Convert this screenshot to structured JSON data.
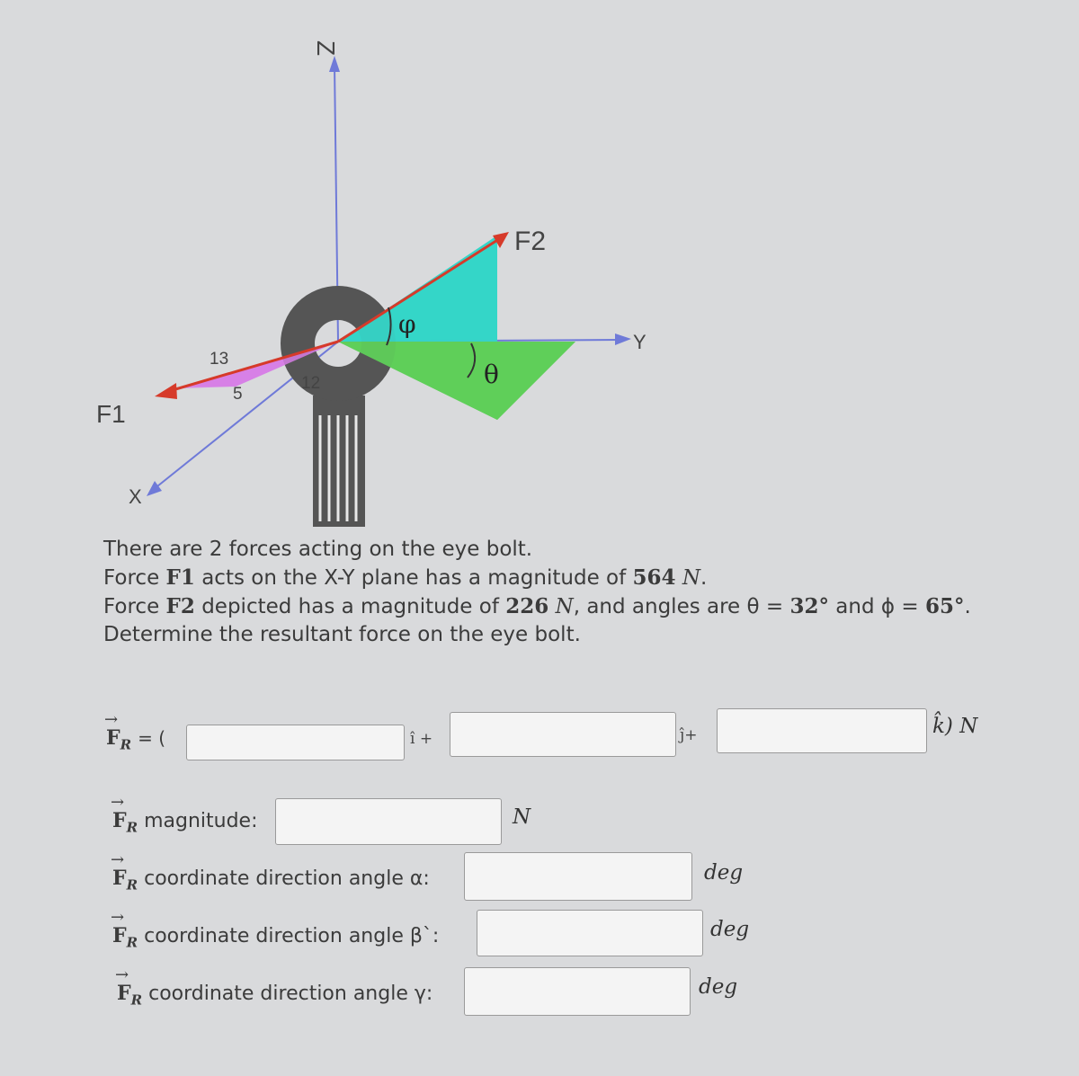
{
  "diagram": {
    "label_z": "Z",
    "label_y": "Y",
    "label_x": "X",
    "label_f1": "F1",
    "label_f2": "F2",
    "label_13": "13",
    "label_5": "5",
    "label_12": "12",
    "label_phi": "φ",
    "label_theta": "θ"
  },
  "problem": {
    "line1": "There are 2 forces acting on the eye bolt.",
    "line2_a": "Force ",
    "line2_f": "F1",
    "line2_b": " acts on the X-Y plane has a magnitude of ",
    "line2_val": "564",
    "line2_unit": "N",
    "line2_end": ".",
    "line3_a": "Force ",
    "line3_f": "F2",
    "line3_b": " depicted has a magnitude of ",
    "line3_val": "226",
    "line3_unit": "N",
    "line3_c": ", and angles are θ = ",
    "line3_theta": "32°",
    "line3_d": " and ϕ = ",
    "line3_phi": "65°",
    "line3_end": ".",
    "line4": "Determine the resultant force on the eye bolt."
  },
  "answer": {
    "fr_symbol": "F",
    "fr_sub": "R",
    "arrow": "→",
    "eq_open": "= (",
    "i_hat": "î +",
    "j_hat": "ĵ+",
    "k_hat": "k̂) N",
    "magnitude_label": "magnitude:",
    "magnitude_unit": "N",
    "alpha_label": "coordinate direction angle α:",
    "beta_label": "coordinate direction angle β`:",
    "gamma_label": "coordinate direction angle γ:",
    "deg_unit": "deg"
  },
  "colors": {
    "background": "#d9dadc",
    "f1_arrow": "#d63a2a",
    "f2_arrow": "#d63a2a",
    "axis": "#6f7ad8",
    "cyan_triangle": "#35d6c8",
    "green_triangle": "#5fcf5a",
    "pink_triangle": "#d77ee6",
    "eyebolt": "#555555"
  }
}
